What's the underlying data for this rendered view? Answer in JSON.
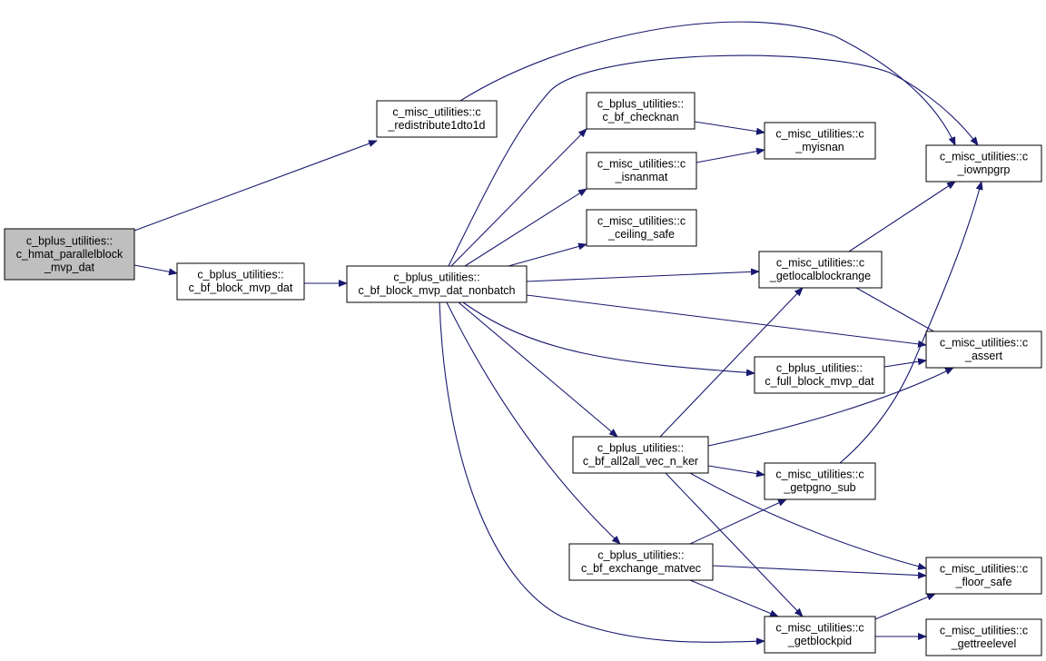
{
  "graph": {
    "edge_color": "#191970",
    "root_fill": "#bfbfbf",
    "nodes": [
      {
        "id": "hmat_parallelblock",
        "lines": [
          "c_bplus_utilities::",
          "c_hmat_parallelblock",
          "_mvp_dat"
        ],
        "root": true
      },
      {
        "id": "bf_block_mvp_dat",
        "lines": [
          "c_bplus_utilities::",
          "c_bf_block_mvp_dat"
        ]
      },
      {
        "id": "bf_block_mvp_dat_nonbatch",
        "lines": [
          "c_bplus_utilities::",
          "c_bf_block_mvp_dat_nonbatch"
        ]
      },
      {
        "id": "redistribute1dto1d",
        "lines": [
          "c_misc_utilities::c",
          "_redistribute1dto1d"
        ]
      },
      {
        "id": "bf_checknan",
        "lines": [
          "c_bplus_utilities::",
          "c_bf_checknan"
        ]
      },
      {
        "id": "isnanmat",
        "lines": [
          "c_misc_utilities::c",
          "_isnanmat"
        ]
      },
      {
        "id": "ceiling_safe",
        "lines": [
          "c_misc_utilities::c",
          "_ceiling_safe"
        ]
      },
      {
        "id": "myisnan",
        "lines": [
          "c_misc_utilities::c",
          "_myisnan"
        ]
      },
      {
        "id": "iownpgrp",
        "lines": [
          "c_misc_utilities::c",
          "_iownpgrp"
        ]
      },
      {
        "id": "getlocalblockrange",
        "lines": [
          "c_misc_utilities::c",
          "_getlocalblockrange"
        ]
      },
      {
        "id": "assert",
        "lines": [
          "c_misc_utilities::c",
          "_assert"
        ]
      },
      {
        "id": "full_block_mvp_dat",
        "lines": [
          "c_bplus_utilities::",
          "c_full_block_mvp_dat"
        ]
      },
      {
        "id": "bf_all2all_vec_n_ker",
        "lines": [
          "c_bplus_utilities::",
          "c_bf_all2all_vec_n_ker"
        ]
      },
      {
        "id": "getpgno_sub",
        "lines": [
          "c_misc_utilities::c",
          "_getpgno_sub"
        ]
      },
      {
        "id": "bf_exchange_matvec",
        "lines": [
          "c_bplus_utilities::",
          "c_bf_exchange_matvec"
        ]
      },
      {
        "id": "floor_safe",
        "lines": [
          "c_misc_utilities::c",
          "_floor_safe"
        ]
      },
      {
        "id": "getblockpid",
        "lines": [
          "c_misc_utilities::c",
          "_getblockpid"
        ]
      },
      {
        "id": "gettreelevel",
        "lines": [
          "c_misc_utilities::c",
          "_gettreelevel"
        ]
      }
    ],
    "edges": [
      {
        "from": "hmat_parallelblock",
        "to": "redistribute1dto1d"
      },
      {
        "from": "hmat_parallelblock",
        "to": "bf_block_mvp_dat"
      },
      {
        "from": "bf_block_mvp_dat",
        "to": "bf_block_mvp_dat_nonbatch"
      },
      {
        "from": "redistribute1dto1d",
        "to": "iownpgrp"
      },
      {
        "from": "bf_block_mvp_dat_nonbatch",
        "to": "iownpgrp"
      },
      {
        "from": "bf_block_mvp_dat_nonbatch",
        "to": "bf_checknan"
      },
      {
        "from": "bf_block_mvp_dat_nonbatch",
        "to": "isnanmat"
      },
      {
        "from": "bf_block_mvp_dat_nonbatch",
        "to": "ceiling_safe"
      },
      {
        "from": "bf_block_mvp_dat_nonbatch",
        "to": "getlocalblockrange"
      },
      {
        "from": "bf_block_mvp_dat_nonbatch",
        "to": "assert"
      },
      {
        "from": "bf_block_mvp_dat_nonbatch",
        "to": "full_block_mvp_dat"
      },
      {
        "from": "bf_block_mvp_dat_nonbatch",
        "to": "bf_all2all_vec_n_ker"
      },
      {
        "from": "bf_block_mvp_dat_nonbatch",
        "to": "bf_exchange_matvec"
      },
      {
        "from": "bf_block_mvp_dat_nonbatch",
        "to": "getblockpid"
      },
      {
        "from": "bf_checknan",
        "to": "myisnan"
      },
      {
        "from": "isnanmat",
        "to": "myisnan"
      },
      {
        "from": "getlocalblockrange",
        "to": "iownpgrp"
      },
      {
        "from": "getlocalblockrange",
        "to": "assert"
      },
      {
        "from": "full_block_mvp_dat",
        "to": "assert"
      },
      {
        "from": "bf_all2all_vec_n_ker",
        "to": "getlocalblockrange"
      },
      {
        "from": "bf_all2all_vec_n_ker",
        "to": "assert"
      },
      {
        "from": "bf_all2all_vec_n_ker",
        "to": "getpgno_sub"
      },
      {
        "from": "bf_all2all_vec_n_ker",
        "to": "floor_safe"
      },
      {
        "from": "bf_all2all_vec_n_ker",
        "to": "getblockpid"
      },
      {
        "from": "getpgno_sub",
        "to": "iownpgrp"
      },
      {
        "from": "bf_exchange_matvec",
        "to": "getpgno_sub"
      },
      {
        "from": "bf_exchange_matvec",
        "to": "floor_safe"
      },
      {
        "from": "bf_exchange_matvec",
        "to": "getblockpid"
      },
      {
        "from": "getblockpid",
        "to": "floor_safe"
      },
      {
        "from": "getblockpid",
        "to": "gettreelevel"
      }
    ]
  }
}
